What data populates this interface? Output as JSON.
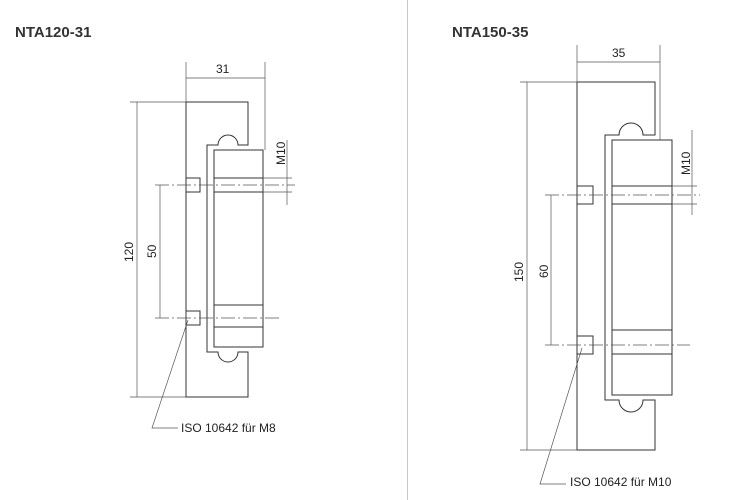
{
  "left": {
    "title": "NTA120-31",
    "width_dim": "31",
    "height_dim": "120",
    "hole_pitch_dim": "50",
    "thread_dim": "M10",
    "note": "ISO 10642 für M8"
  },
  "right": {
    "title": "NTA150-35",
    "width_dim": "35",
    "height_dim": "150",
    "hole_pitch_dim": "60",
    "thread_dim": "M10",
    "note": "ISO 10642 für M10"
  }
}
